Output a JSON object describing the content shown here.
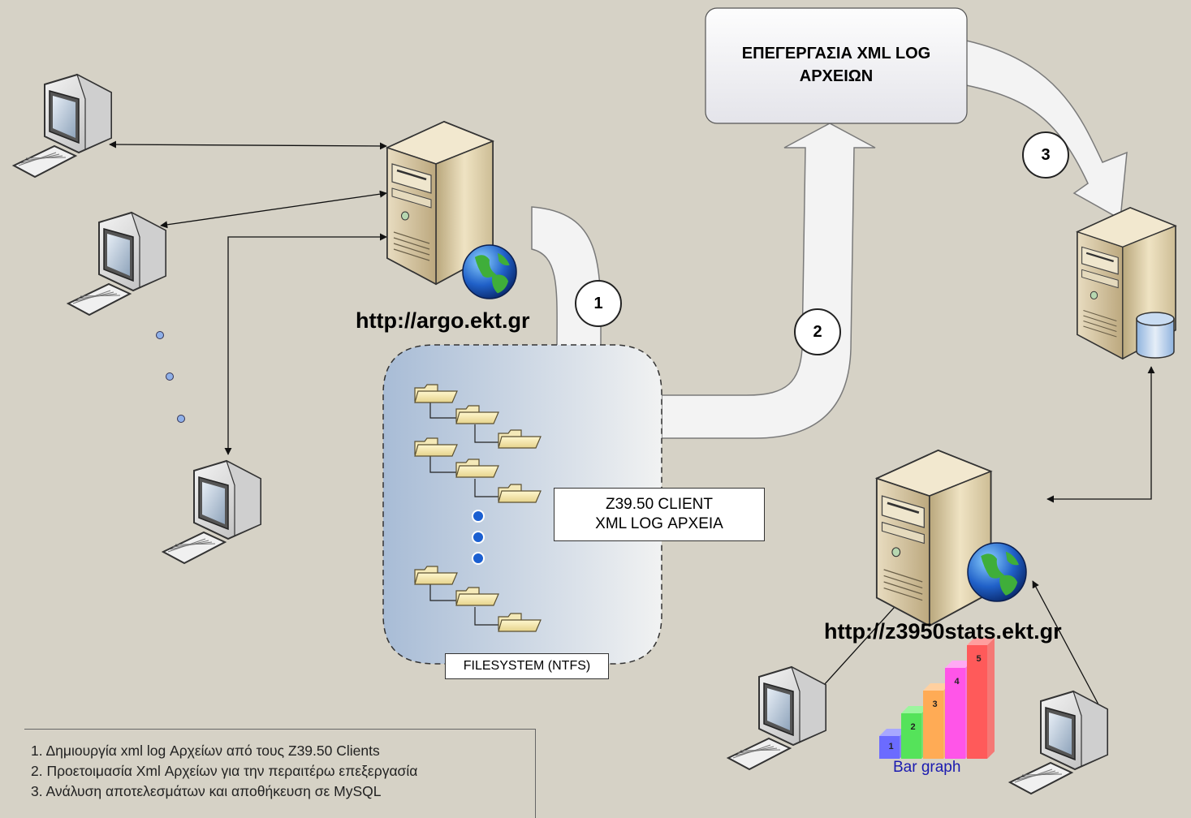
{
  "process_box": {
    "text": "ΕΠΕΓΕΡΓΑΣΙΑ XML LOG ΑΡΧΕΙΩΝ"
  },
  "steps": [
    "1",
    "2",
    "3"
  ],
  "server_argo": {
    "url": "http://argo.ekt.gr"
  },
  "server_stats": {
    "url": "http://z3950stats.ekt.gr"
  },
  "xml_log_box": {
    "line1": "Z39.50 CLIENT",
    "line2": "XML LOG ΑΡΧΕΙΑ"
  },
  "filesystem_label": "FILESYSTEM (NTFS)",
  "bar_graph": {
    "label": "Bar graph",
    "bars": [
      "1",
      "2",
      "3",
      "4",
      "5"
    ]
  },
  "legend": [
    "1. Δημιουργία xml log Αρχείων από τους Z39.50 Clients",
    "2. Προετοιμασία Xml Αρχείων για την περαιτέρω επεξεργασία",
    "3. Ανάλυση αποτελεσμάτων και αποθήκευση σε MySQL"
  ],
  "icons": [
    "desktop-computer-icon",
    "server-tower-icon",
    "globe-icon",
    "folder-icon",
    "database-icon",
    "bar-graph-icon"
  ]
}
